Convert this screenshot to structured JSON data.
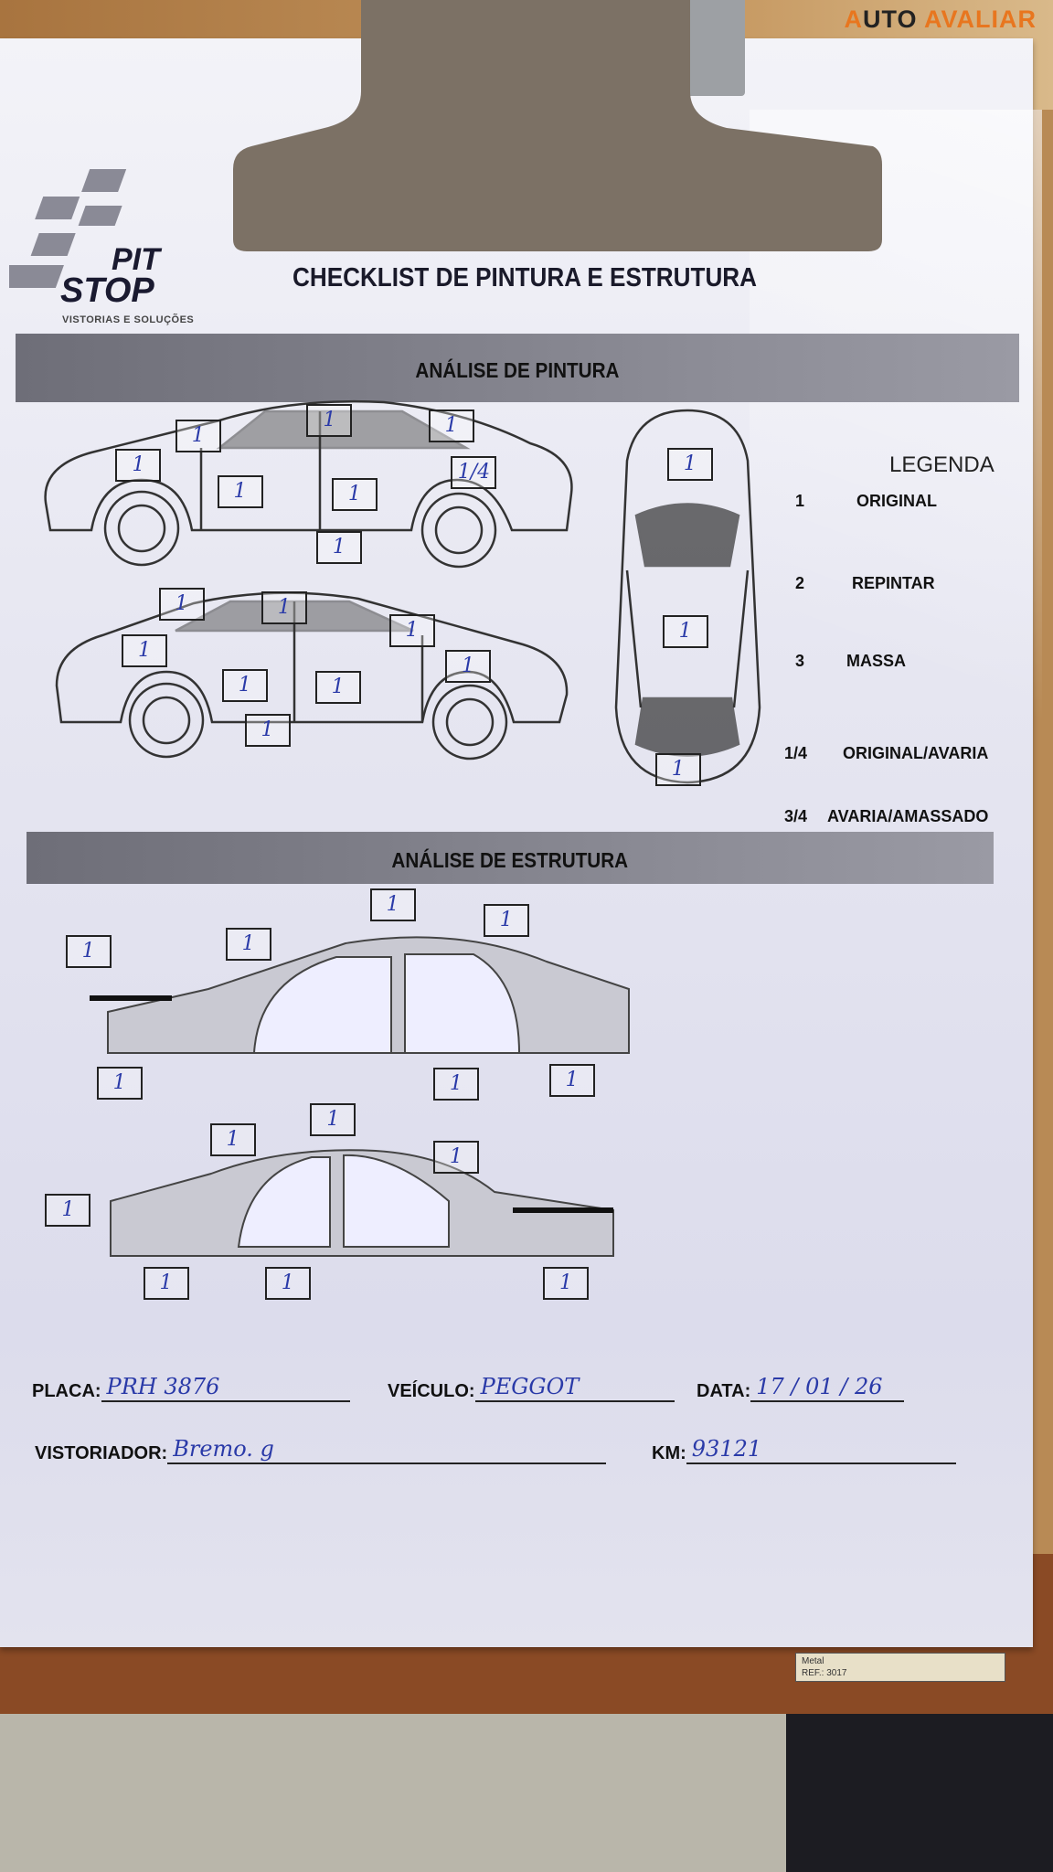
{
  "watermark": {
    "brand_a": "A",
    "brand_b": "UTO ",
    "brand_c": "AVALIAR"
  },
  "logo": {
    "line1": "PIT",
    "line2": "STOP",
    "tagline": "VISTORIAS E SOLUÇÕES"
  },
  "title": "CHECKLIST DE PINTURA E ESTRUTURA",
  "paint_section": {
    "heading": "ANÁLISE DE PINTURA",
    "side_right_marks": [
      "1",
      "1",
      "1",
      "1",
      "1/4",
      "1",
      "1",
      "1"
    ],
    "side_left_marks": [
      "1",
      "1",
      "1",
      "1",
      "1",
      "1",
      "1",
      "1"
    ],
    "top_view_marks": [
      "1",
      "1",
      "1"
    ]
  },
  "legend": {
    "title": "LEGENDA",
    "items": [
      {
        "code": "1",
        "label": "ORIGINAL"
      },
      {
        "code": "2",
        "label": "REPINTAR"
      },
      {
        "code": "3",
        "label": "MASSA"
      },
      {
        "code": "1/4",
        "label": "ORIGINAL/AVARIA"
      },
      {
        "code": "3/4",
        "label": "AVARIA/AMASSADO"
      }
    ]
  },
  "structure_section": {
    "heading": "ANÁLISE DE ESTRUTURA",
    "upper_frame_marks": [
      "1",
      "1",
      "1",
      "1",
      "1",
      "1",
      "1"
    ],
    "lower_frame_marks": [
      "1",
      "1",
      "1",
      "1",
      "1",
      "1",
      "1"
    ]
  },
  "fields": {
    "placa": {
      "label": "PLACA:",
      "value": "PRH 3876"
    },
    "veiculo": {
      "label": "VEÍCULO:",
      "value": "PEGGOT"
    },
    "data": {
      "label": "DATA:",
      "value": "17 / 01 / 26"
    },
    "vistoriador": {
      "label": "VISTORIADOR:",
      "value": "Bremo. g"
    },
    "km": {
      "label": "KM:",
      "value": "93121"
    }
  },
  "product_tag": {
    "line1": "Metal",
    "line2": "REF.: 3017"
  }
}
